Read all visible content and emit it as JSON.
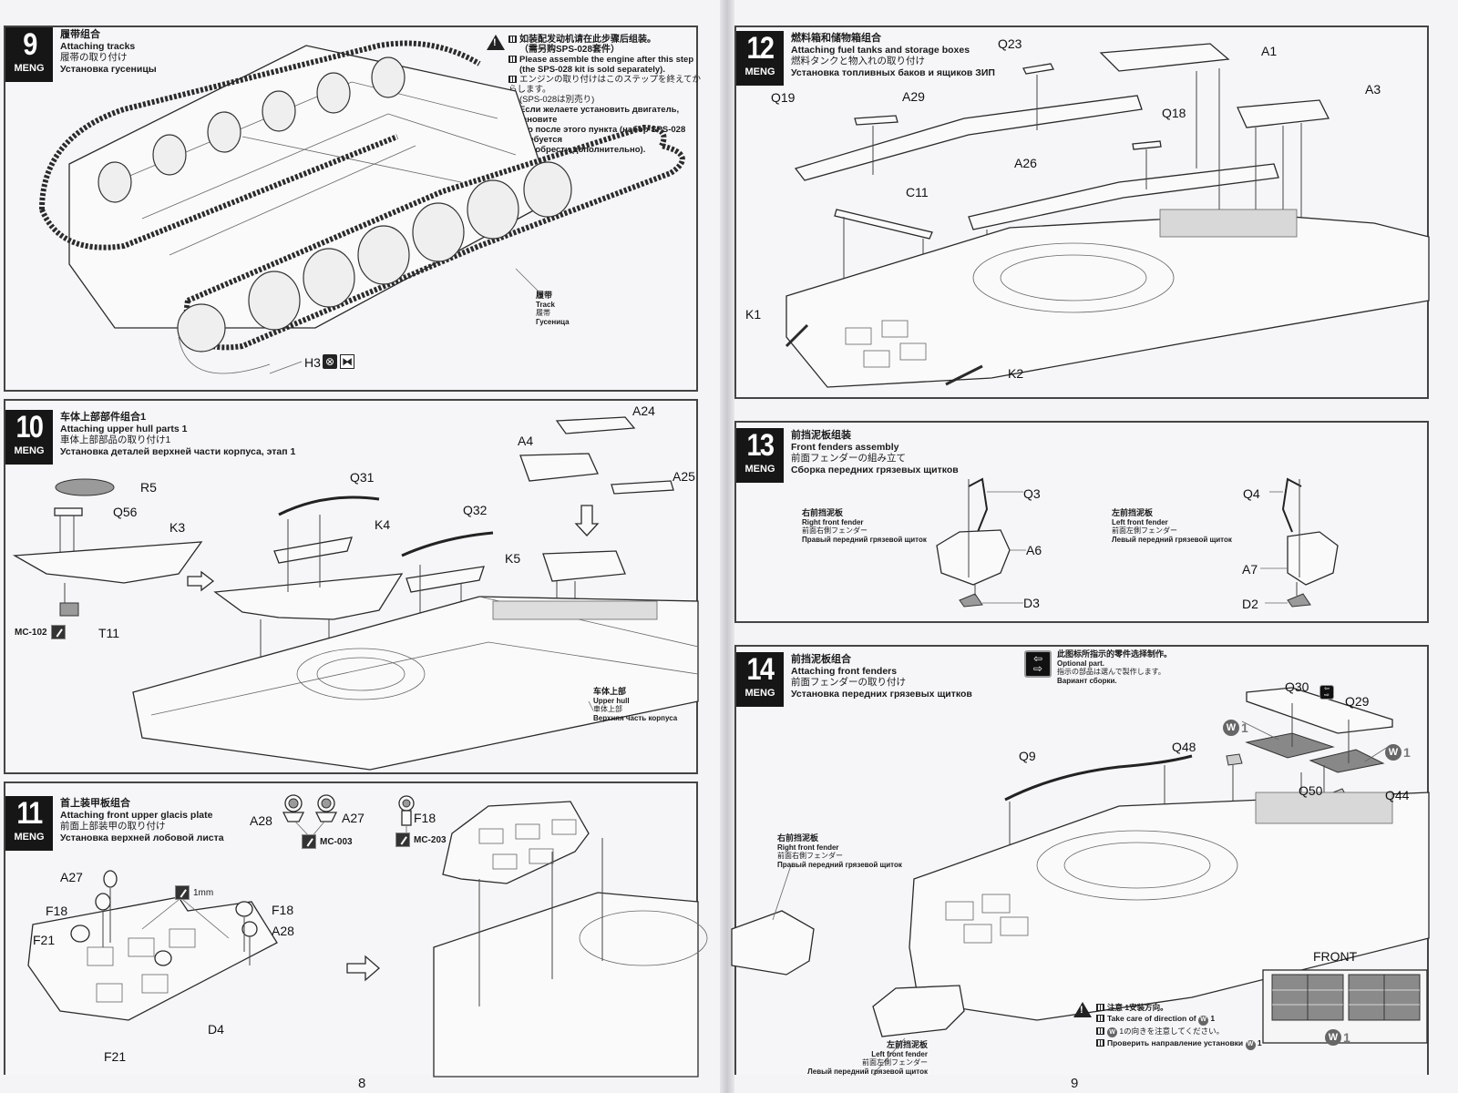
{
  "pages": {
    "left_number": "8",
    "right_number": "9"
  },
  "brand": "MENG",
  "steps": [
    {
      "number": "9",
      "title_zh": "履带组合",
      "title_en": "Attaching tracks",
      "title_ja": "履帯の取り付け",
      "title_ru": "Установка гусеницы",
      "note": {
        "zh_line1": "如装配发动机请在此步骤后组装。",
        "zh_line2": "（需另购SPS-028套件）",
        "en_line1": "Please assemble the engine after this step",
        "en_line2": "(the SPS-028 kit is sold separately).",
        "ja_line1": "エンジンの取り付けはこのステップを終えてからします。",
        "ja_line2": "(SPS-028は別売り)",
        "ru_line1": "Если желаете установить двигатель, установите",
        "ru_line2": "его после этого пункта (набор SPS-028 требуется",
        "ru_line3": "приобрести дополнительно)."
      },
      "callout": {
        "zh": "履带",
        "en": "Track",
        "ja": "履帯",
        "ru": "Гусеница"
      },
      "parts": [
        "H3"
      ]
    },
    {
      "number": "10",
      "title_zh": "车体上部部件组合1",
      "title_en": "Attaching upper hull parts 1",
      "title_ja": "車体上部部品の取り付け1",
      "title_ru": "Установка деталей верхней части корпуса, этап 1",
      "parts": [
        "R5",
        "Q56",
        "K3",
        "T11",
        "Q31",
        "K4",
        "Q32",
        "K5",
        "A24",
        "A4",
        "A25"
      ],
      "paint": "MC-102",
      "callout": {
        "zh": "车体上部",
        "en": "Upper hull",
        "ja": "車体上部",
        "ru": "Верхняя часть корпуса"
      }
    },
    {
      "number": "11",
      "title_zh": "首上装甲板组合",
      "title_en": "Attaching front upper glacis plate",
      "title_ja": "前面上部装甲の取り付け",
      "title_ru": "Установка верхней лобовой листа",
      "parts": [
        "A28",
        "A27",
        "F18",
        "A27",
        "F18",
        "F18",
        "A28",
        "F21",
        "D4",
        "F21"
      ],
      "paints": [
        "MC-003",
        "MC-203"
      ],
      "drill": "1mm"
    },
    {
      "number": "12",
      "title_zh": "燃料箱和储物箱组合",
      "title_en": "Attaching fuel tanks and storage boxes",
      "title_ja": "燃料タンクと物入れの取り付け",
      "title_ru": "Установка топливных баков и ящиков ЗИП",
      "parts": [
        "Q23",
        "A1",
        "Q19",
        "A29",
        "A3",
        "Q18",
        "A26",
        "C11",
        "K1",
        "K2"
      ]
    },
    {
      "number": "13",
      "title_zh": "前挡泥板组装",
      "title_en": "Front fenders assembly",
      "title_ja": "前面フェンダーの組み立て",
      "title_ru": "Сборка передних грязевых щитков",
      "right_fender": {
        "zh": "右前挡泥板",
        "en": "Right front fender",
        "ja": "前面右側フェンダー",
        "ru": "Правый передний грязевой щиток"
      },
      "left_fender": {
        "zh": "左前挡泥板",
        "en": "Left front fender",
        "ja": "前面左側フェンダー",
        "ru": "Левый передний грязевой щиток"
      },
      "parts": [
        "Q3",
        "A6",
        "D3",
        "Q4",
        "A7",
        "D2"
      ]
    },
    {
      "number": "14",
      "title_zh": "前挡泥板组合",
      "title_en": "Attaching front fenders",
      "title_ja": "前面フェンダーの取り付け",
      "title_ru": "Установка передних грязевых щитков",
      "optional": {
        "zh": "此图标所指示的零件选择制作。",
        "en": "Optional part.",
        "ja": "指示の部品は選んで製作します。",
        "ru": "Вариант сборки."
      },
      "parts": [
        "Q30",
        "Q29",
        "Q9",
        "Q48",
        "Q50",
        "Q44"
      ],
      "w_part": "1",
      "front_label": "FRONT",
      "right_fender": {
        "zh": "右前挡泥板",
        "en": "Right front fender",
        "ja": "前面右側フェンダー",
        "ru": "Правый передний грязевой щиток"
      },
      "left_fender": {
        "zh": "左前挡泥板",
        "en": "Left front fender",
        "ja": "前面左側フェンダー",
        "ru": "Левый передний грязевой щиток"
      },
      "direction_note": {
        "zh": "注意  1安装方向。",
        "en": "Take care of direction of",
        "ja": " 1の向きを注意してください。",
        "ru": "Проверить направление установки"
      }
    }
  ]
}
